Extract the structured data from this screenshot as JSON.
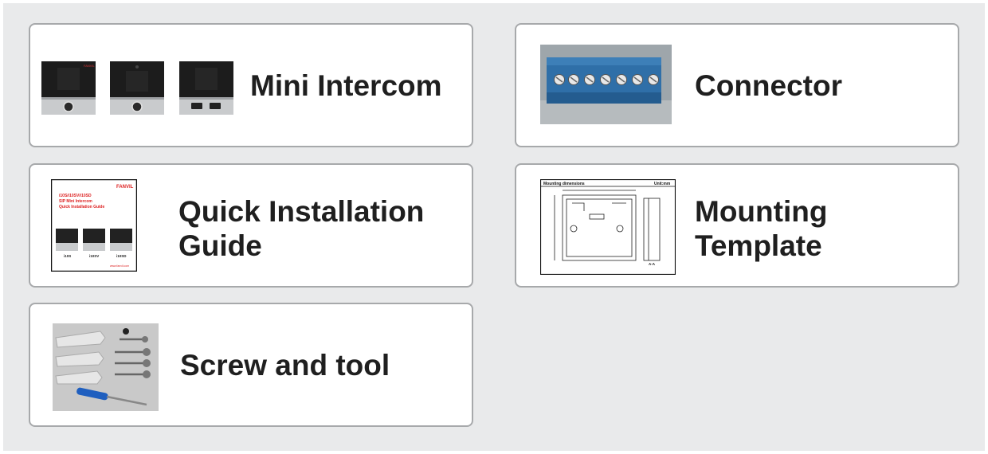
{
  "items": [
    {
      "label": "Mini Intercom",
      "thumb": {
        "brand": "FANVIL"
      }
    },
    {
      "label": "Connector"
    },
    {
      "label": "Quick Installation\nGuide",
      "thumb": {
        "brand": "FANVIL",
        "title_line1": "i10S/i10SV/i10SD",
        "title_line2": "SIP Mini Intercom",
        "title_line3": "Quick Installation Guide",
        "models": [
          "i10S",
          "i10SV",
          "i10SD"
        ],
        "website": "www.fanvil.com"
      }
    },
    {
      "label": "Mounting\nTemplate",
      "thumb": {
        "heading": "Mounting dimensions",
        "unit": "Unit:mm",
        "section": "A-A"
      }
    },
    {
      "label": "Screw and tool"
    }
  ]
}
